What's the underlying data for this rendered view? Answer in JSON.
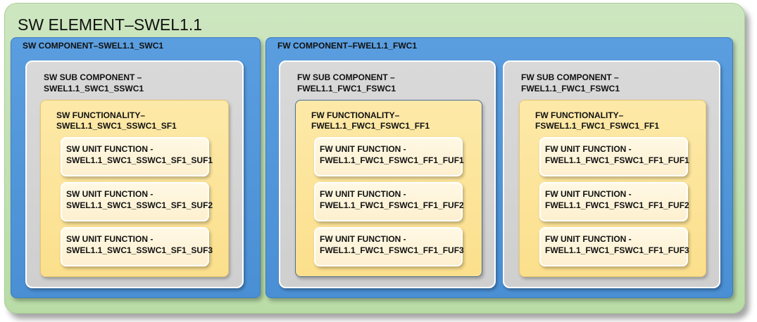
{
  "element": {
    "title": "SW ELEMENT–SWEL1.1"
  },
  "components": [
    {
      "title": "SW COMPONENT–SWEL1.1_SWC1",
      "subs": [
        {
          "title": "SW SUB COMPONENT –\nSWEL1.1_SWC1_SSWC1",
          "functionality": {
            "title": "SW FUNCTIONALITY–\nSWEL1.1_SWC1_SSWC1_SF1",
            "units": [
              "SW UNIT FUNCTION -\nSWEL1.1_SWC1_SSWC1_SF1_SUF1",
              "SW UNIT FUNCTION -\nSWEL1.1_SWC1_SSWC1_SF1_SUF2",
              "SW UNIT FUNCTION -\nSWEL1.1_SWC1_SSWC1_SF1_SUF3"
            ]
          }
        }
      ]
    },
    {
      "title": "FW COMPONENT–FWEL1.1_FWC1",
      "subs": [
        {
          "title": "FW SUB COMPONENT –\nFWEL1.1_FWC1_FSWC1",
          "functionality": {
            "title": "FW FUNCTIONALITY–\nFWEL1.1_FWC1_FSWC1_FF1",
            "units": [
              "FW UNIT FUNCTION -\nFWEL1.1_FWC1_FSWC1_FF1_FUF1",
              "FW UNIT FUNCTION -\nFWEL1.1_FWC1_FSWC1_FF1_FUF2",
              "FW UNIT FUNCTION -\nFWEL1.1_FWC1_FSWC1_FF1_FUF3"
            ]
          }
        },
        {
          "title": "FW SUB COMPONENT –\nFWEL1.1_FWC1_FSWC1",
          "functionality": {
            "title": "FW FUNCTIONALITY–\nFSWEL1.1_FWC1_FSWC1_FF1",
            "units": [
              "FW UNIT FUNCTION -\nFWEL1.1_FWC1_FSWC1_FF1_FUF1",
              "FW UNIT FUNCTION -\nFWEL1.1_FWC1_FSWC1_FF1_FUF2",
              "FW UNIT FUNCTION -\nFWEL1.1_FWC1_FSWC1_FF1_FUF3"
            ]
          }
        }
      ]
    }
  ]
}
